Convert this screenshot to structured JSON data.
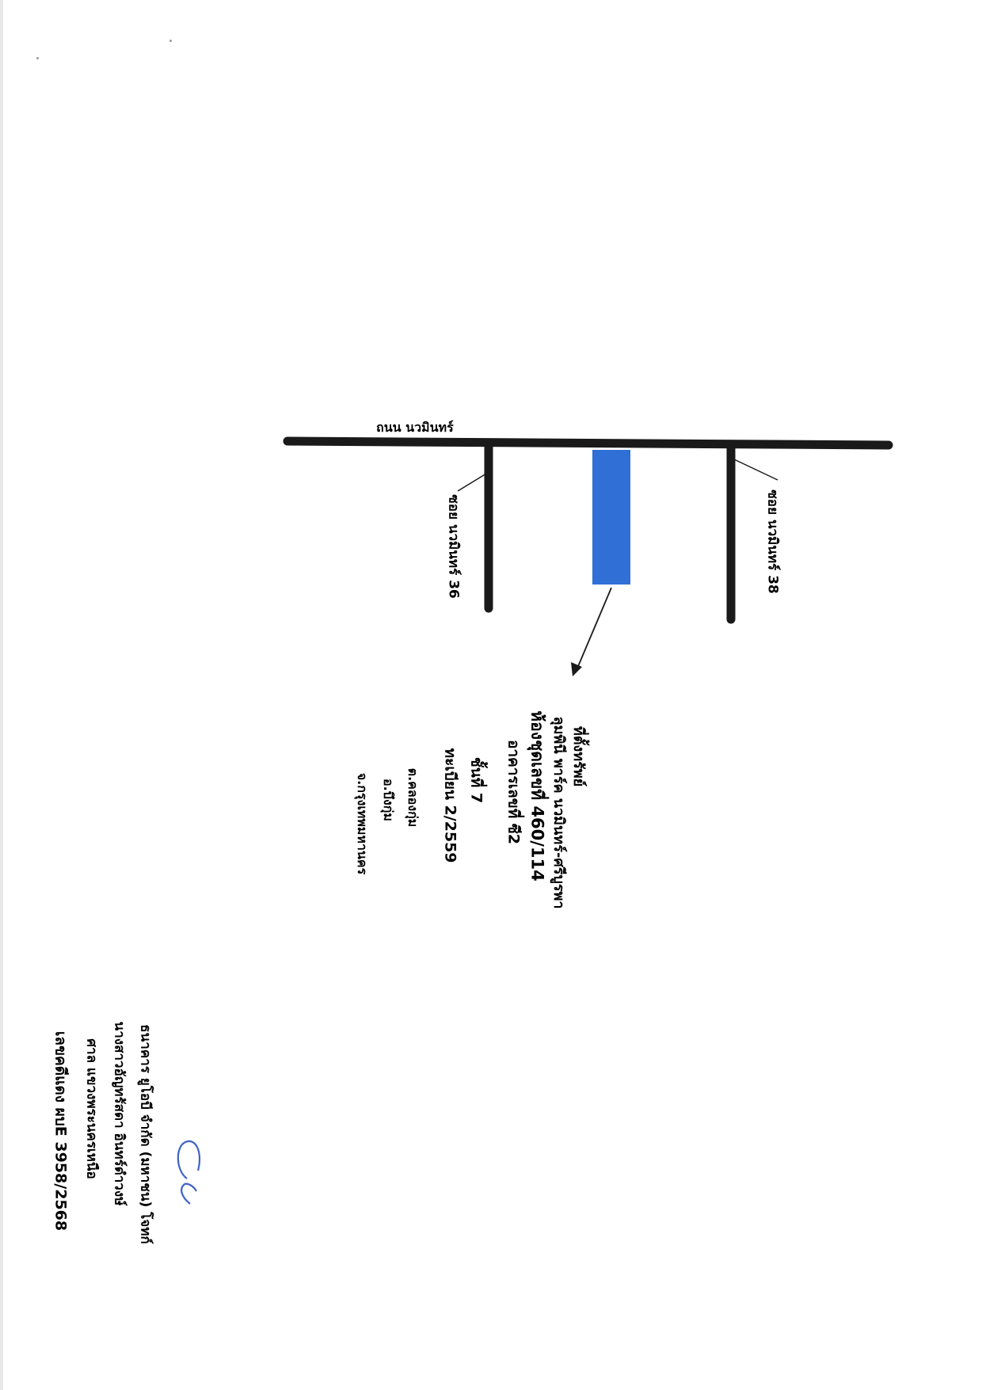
{
  "map": {
    "main_road_label": "ถนน นวมินทร์",
    "soi_left_label": "ซอย นวมินทร์ 36",
    "soi_right_label": "ซอย นวมินทร์ 38",
    "property_color": "#2f6fd6",
    "road_color": "#1a1a1a"
  },
  "property_info": {
    "title": "ที่ตั้งทรัพย์",
    "project": "ลุมพินี พาร์ค นวมินทร์-ศรีบูรพา",
    "unit": "ห้องชุดเลขที่ 460/114",
    "building": "อาคารเลขที่ ซี2",
    "floor": "ชั้นที่ 7",
    "registration": "ทะเบียน 2/2559",
    "subdistrict": "ต.คลองกุ่ม",
    "district": "อ.บึงกุ่ม",
    "province": "จ.กรุงเทพมหานคร"
  },
  "case_info": {
    "plaintiff": "ธนาคาร ยูโอบี จำกัด (มหาชน) โจทก์",
    "defendant": "นางสาวอัญทรัสดา อินทร์ดำวงษ์",
    "court": "ศาล แขวงพระนครเหนือ",
    "case_number": "เลขคดีแดง ผบE 3958/2568"
  }
}
